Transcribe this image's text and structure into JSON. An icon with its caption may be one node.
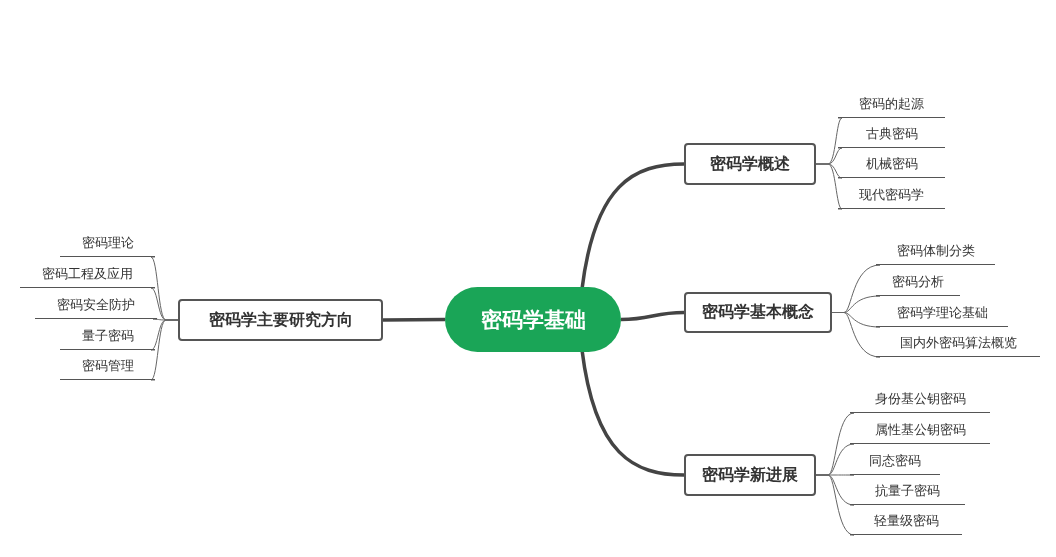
{
  "diagram": {
    "nodes": [
      {
        "text": [
          "密码学基础"
        ]
      },
      {
        "text": [
          "密码学概述"
        ]
      },
      {
        "text": [
          "密码的起源"
        ]
      },
      {
        "text": [
          "古典密码"
        ]
      },
      {
        "text": [
          "机械密码"
        ]
      },
      {
        "text": [
          "现代密码学"
        ]
      },
      {
        "text": [
          "密码学基本概念"
        ]
      },
      {
        "text": [
          "密码体制分类"
        ]
      },
      {
        "text": [
          "密码分析"
        ]
      },
      {
        "text": [
          "密码学理论基础"
        ]
      },
      {
        "text": [
          "国内外密码算法概览"
        ]
      },
      {
        "text": [
          "密码学新进展"
        ]
      },
      {
        "text": [
          "身份基公钥密码"
        ]
      },
      {
        "text": [
          "属性基公钥密码"
        ]
      },
      {
        "text": [
          "同态密码"
        ]
      },
      {
        "text": [
          "抗量子密码"
        ]
      },
      {
        "text": [
          "轻量级密码"
        ]
      },
      {
        "text": [
          "密码学主要研究方向"
        ]
      },
      {
        "text": [
          "密码理论"
        ]
      },
      {
        "text": [
          "密码工程及应用"
        ]
      },
      {
        "text": [
          "密码安全防护"
        ]
      },
      {
        "text": [
          "量子密码"
        ]
      },
      {
        "text": [
          "密码管理"
        ]
      }
    ],
    "edges": [
      {
        "from": 0,
        "to": 1,
        "arrow": "none",
        "style": "thick"
      },
      {
        "from": 1,
        "to": 2,
        "arrow": "none"
      },
      {
        "from": 1,
        "to": 3,
        "arrow": "none"
      },
      {
        "from": 1,
        "to": 4,
        "arrow": "none"
      },
      {
        "from": 1,
        "to": 5,
        "arrow": "none"
      },
      {
        "from": 0,
        "to": 6,
        "arrow": "none",
        "style": "thick"
      },
      {
        "from": 6,
        "to": 7,
        "arrow": "none"
      },
      {
        "from": 6,
        "to": 8,
        "arrow": "none"
      },
      {
        "from": 6,
        "to": 9,
        "arrow": "none"
      },
      {
        "from": 6,
        "to": 10,
        "arrow": "none"
      },
      {
        "from": 0,
        "to": 11,
        "arrow": "none",
        "style": "thick"
      },
      {
        "from": 11,
        "to": 12,
        "arrow": "none"
      },
      {
        "from": 11,
        "to": 13,
        "arrow": "none"
      },
      {
        "from": 11,
        "to": 14,
        "arrow": "none"
      },
      {
        "from": 11,
        "to": 15,
        "arrow": "none"
      },
      {
        "from": 11,
        "to": 16,
        "arrow": "none"
      },
      {
        "from": 0,
        "to": 17,
        "arrow": "none",
        "style": "thick"
      },
      {
        "from": 17,
        "to": 18,
        "arrow": "none"
      },
      {
        "from": 17,
        "to": 19,
        "arrow": "none"
      },
      {
        "from": 17,
        "to": 20,
        "arrow": "none"
      },
      {
        "from": 17,
        "to": 21,
        "arrow": "none"
      },
      {
        "from": 17,
        "to": 22,
        "arrow": "none"
      }
    ]
  }
}
